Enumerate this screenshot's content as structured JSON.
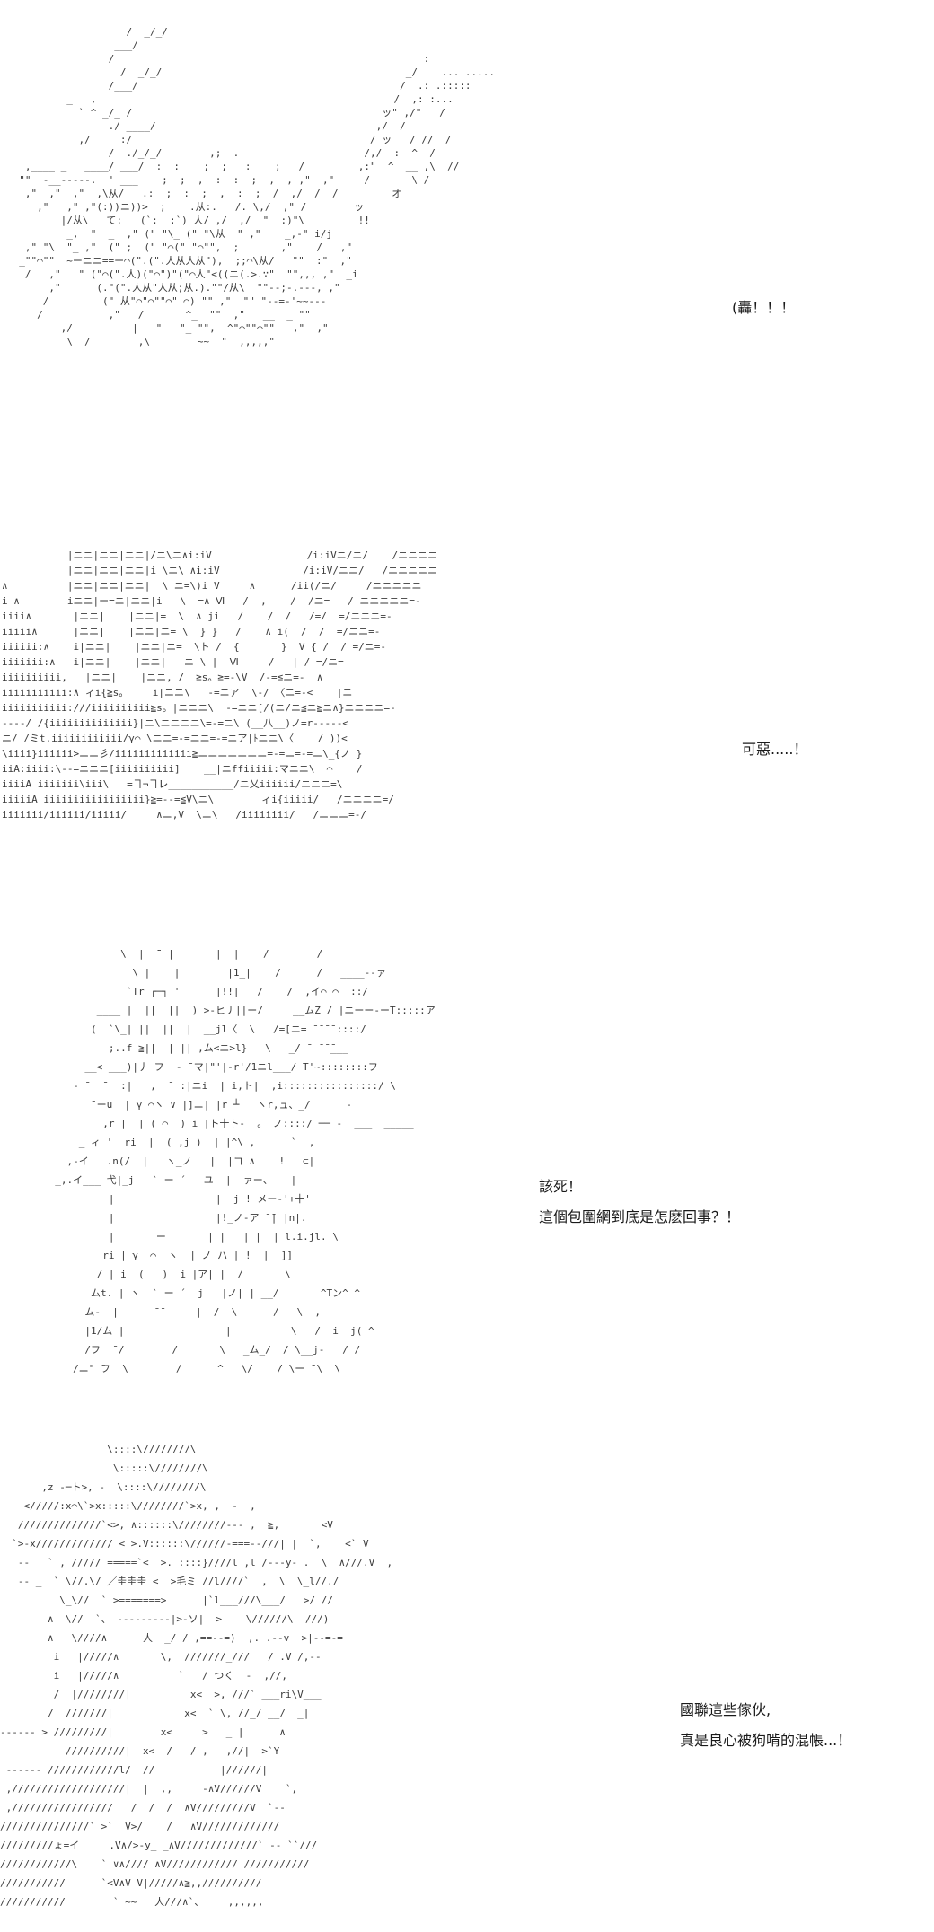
{
  "panels": [
    {
      "art": "                    /  _/_/\n                  ___/\n                 /                                                    :\n                   /  _/_/                                         _/    ... .....\n                 /___/                                            /  .: .:::::\n          _   ,                                                  /  ,: :...\n            ` ^ _/_ /                                          ッ\" ,/\"   /\n                 ./ ____/                                     ,/  /\n            ,/__   :/                                        / ッ   / //  /\n                 /  ./_/_/        ,;  .                     /,/  :  ^  /\n   ,____ _   ____/ ___/  :  :    ;  ;   :    ;   /         ,:\"  ^  __ ,\\  //\n  \"\"  -__-----.  ' ___    ;  ;  ,  :  :  ;  ,  , ,\"  ,\"     /       \\ /\n   ,\"  ,\"  ,\"  ,\\从/   .:  ;  :  ;  ,  :  ;  /  ,/  /  /         オ\n     ,\"   ,\" ,\"(:))ニ))>  ;    .从:.   /. \\,/  ,\" /        ッ\n         |/从\\   て:   (`:  :`) 人/ ,/  ,/  \"  :)\"\\         !!\n          _,  \"  _  ,\" (\" \"\\_ (\" \"\\从  \" ,\"    _,-\" i/j\n   ,\" \"\\  \"_ ,\"  (\" ;  (\" \"⌒(\" \"⌒\"\",  ;       ,\"    /   ,\"\n  _\"\"⌒\"\"  ~ーニニ==ー⌒(\".(\".人从人从\"),  ;;⌒\\从/   \"\"  :\"  ,\"\n   /   ,\"   \" (\"⌒(\".人)(\"⌒\")\"(\"⌒人\"<((ニ(.>.∵\"  \"\",,, ,\"  _i\n       ,\"      (.\"(\".人从\"人从;从.).\"\"/从\\  \"\"--;-.---, ,\"\n      /         (\" 从\"⌒\"⌒\"\"⌒\" ⌒) \"\" ,\"  \"\" \"--=-'~~---\n     /           ,\"   /       ^_  \"\"  ,\"   __  _ \"\"\n         ,/          |   \"   \"_ \"\",  ^\"⌒\"\"⌒\"\"   ,\"  ,\"\n          \\  /        ,\\        ~~  \"__,,,,,\"",
      "dialogue": [
        "(轟！！！"
      ]
    },
    {
      "art": "           |ニニ|ニニ|ニニ|/ニ\\ニ∧i:iV                /i:iVニ/ニ/    /ニニニニ\n           |ニニ|ニニ|ニニ|i \\ニ\\ ∧i:iV              /i:iV/ニニ/   /ニニニニニ\n∧          |ニニ|ニニ|ニニ|  \\ ニ=\\)i V     ∧      /ii(/ニ/     /ニニニニニ\ni ∧        iニニ|ー=ニ|ニニ|i   \\  =∧ Ⅵ   /  ,    /  /ニ=   / ニニニニニ=-\niiii∧       |ニニ|    |ニニ|=  \\  ∧ ji   /    /  /   /=/  =/ニニニ=-\niiiii∧      |ニニ|    |ニニ|ニ= \\  } }   /    ∧ i(  /  /  =/ニニ=-\niiiiii:∧    i|ニニ|    |ニニ|ニ=  \\ト /  {       }  V { /  / =/ニ=-\niiiiiii:∧   i|ニニ|    |ニニ|   ニ \\ |  Ⅵ     /   | / =/ニ=\niiiiiiiiii,   |ニニ|    |ニニ, /  ≧s。≧=-\\V  /-=≦ニ=-  ∧\niiiiiiiiiii:∧ ィi{≧s。    i|ニニ\\   -=ニア  \\-/ 〈ニ=-<    |ニ\niiiiiiiiiii:///iiiiiiiiii≧s。|ニニニ\\  -=ニニ[/(ニ/ニ≦ニ≧ニ∧}ニニニニ=-\n----/ /{iiiiiiiiiiiiii}|ニ\\ニニニニ\\=-=ニ\\ (__八__)ノ=r-----<\nニ/ /ミt.iiiiiiiiiiii/γ⌒ \\ニニ=-=ニニ=-=ニア|ﾄニニ\\〈    / ))<\n\\iiii}iiiiii>ニニ彡/iiiiiiiiiiiii≧ニニニニニニニ=-=ニ=-=ニ\\_{ノ }\niiA:iiii:\\--=ニニニ[iiiiiiiiii]    __|ニffiiiii:マニニ\\  ⌒    /\niiiiA iiiiiii\\iii\\   =ヿ¬ヿ㆑___________/ニ乂iiiiii/ニニニ=\\\niiiiiA iiiiiiiiiiiiiiiii}≧=--=≦V\\ニ\\        ィi{iiiii/   /ニニニニ=/\niiiiiii/iiiiii/iiiii/     ∧ニ,V  \\ニ\\   /iiiiiiii/   /ニニニ=-/",
      "dialogue": [
        "可惡.....！"
      ]
    },
    {
      "art": "             \\  |  ̄¨ |       |  |    /        /\n               \\ |    |        |1_|    /      /   ____-‐ァ\n              `Tr̄ ┌─┐ '      |!!|   /    /__,イ⌒ ⌒  ::/\n         ____ |  ||  ||  ) >-ヒ丿||ー/     __ムZ / |ニーー-ーT:::::ア\n        (  `\\_| ||  ||  |  __jl〈  \\   /=[ニ= ̄ ̄ ̄ ̄ ::::/\n           ;..f ≧||  | || ,ム<ニ>l}   \\   _/ ̄  ̄ ̄ ̄___\n       __< ___)|丿 フ  - ̄ マ|\"'|-r'/1ニl___/ T'~::::::::フ\n     ‐ ̄   ̄   :|   ,  ̄  :|ニi  | i,ト|  ,i::::::::::::::::/ \\\n        ̄ ーu  | γ ⌒ヽ ∨ |]ニ| |r ┴   ヽr,ュ、_/      ‐\n          ,r |  | ( ⌒  ) i |ト十ト‐  。 ノ::::/ ── ‐  ___  _____\n      _ ィ '  ri  |  ( ,j )  | |^\\ ,      `  ,\n    ,-イ   .n(/  |   ヽ_ノ   |  |コ ∧    !   ⊂|\n  _,.イ___ 弋|_j   ` ー ´   ユ  |  ァー、   |\n           |                 |  j ! メー‐'+十'\n           |                 |!_ノ-ア ̄ ̄| |n|.\n           |       ー       | |   | |  | l.i.jl. \\\n          ri | γ  ⌒  ヽ  | ノ ハ | !  |  ]]\n         / | i  (   )  i |ア| |  /       \\\n        ムt. | ヽ  ` ー ´  j   |ノ| | __/       ^Tン^ ^\n       ム‐  |      ̄ ̄      |  /  \\      /   \\  ,\n       |1/ム |                 |          \\   /  i  j( ^\n       /フ  ̄ /        /       \\   _ム_/  / \\__j-   / /\n     /ニ\" ̄フ  \\  ____  /      ^   \\/    / \\ー ̄ \\  \\___",
      "dialogue": [
        "該死！",
        "這個包圍網到底是怎麽回事？！"
      ]
    },
    {
      "art": "                  \\::::\\////////\\\n                   \\:::::\\////////\\\n       ,z -─ト>, -  \\::::\\////////\\\n    </////:x⌒\\`>x:::::\\////////`>x, ,  -  ,\n   //////////////`<>, ∧::::::\\////////--- ,  ≧,       <V\n  `>-x///////////// < >.V::::::\\//////-===-‐///| |  `,    <` V\n   --   ` , /////_=====`<  >. ::::}////l ,l /---y- .  \\  ∧///.V__,\n   -- _  ` \\//.\\/ ／圭圭圭 <  >毛ミ //l////`  ,  \\  \\_l//./\n          \\_\\//  ` >=======>      |`l___///\\___/   >/ //\n        ∧  \\//  `、 ---------|>-ソ|  >    \\//////\\  ///)\n        ∧   \\////∧      人  _/ / ,==--=)  ,. .--v  >|--=-=\n         i   |/////∧       \\,  ///////_///   / .V /,-‐\n         i   |/////∧          `   / つく  -  ,//,\n         /  |////////|          x<  >, ///` ___ri\\V___\n        /  ///////|            x<  ` \\, //_/ __/  _|\n------ > /////////|        x<     >   _ |      ∧\n           //////////|  x<  /   / ,   ,//|  >`Y\n ------ ////////////l/  //           |//////|\n ,///////////////////|  |  ,,     -∧V//////V    `,\n ,/////////////////___/  /  /  ∧V/////////V  `--\n///////////////` >`  V>/    /   ∧V/////////////\n/////////ょ=イ     .V∧/>‐y_ _∧V/////////////` -- ``///\n////////////\\    ` ∨∧//// ∧V//////////// ///////////\n///////////      `<V∧V V|/////∧≧,,//////////\n///////////        ` ~~   人///∧`、    ,,,,,,",
      "dialogue": [
        "國聯這些傢伙,",
        "真是良心被狗啃的混帳...！"
      ]
    }
  ]
}
